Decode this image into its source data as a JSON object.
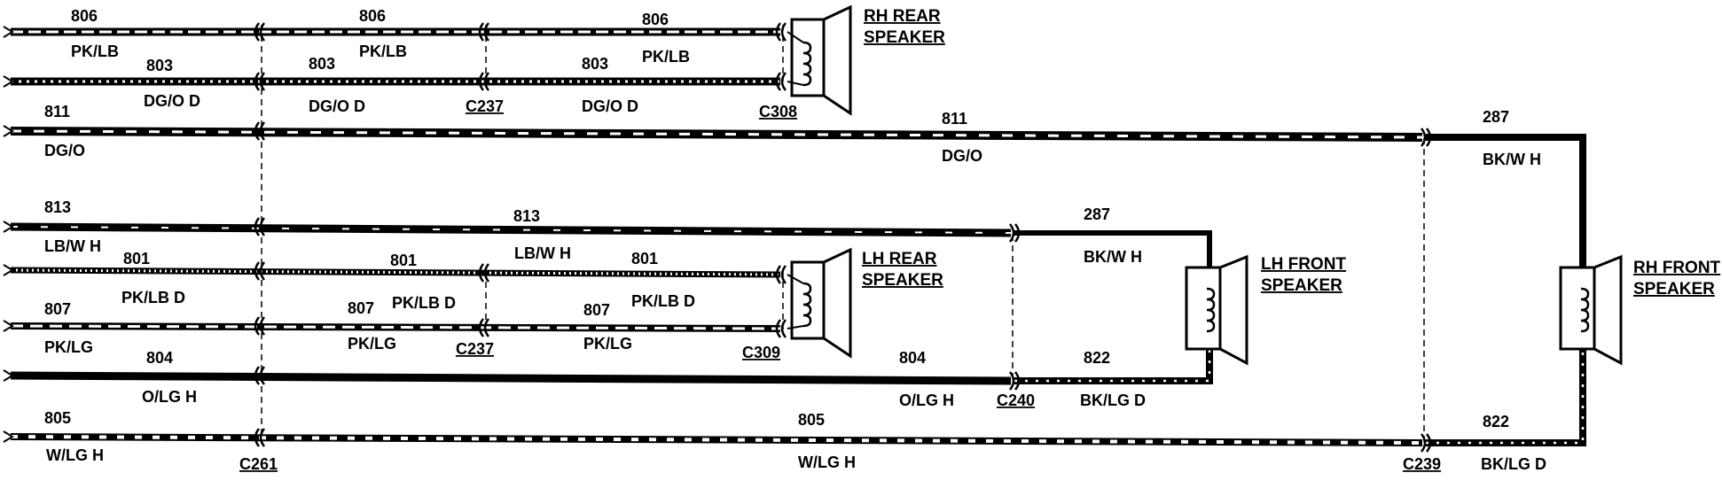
{
  "wires": {
    "w806": {
      "circuit": "806",
      "color": "PK/LB"
    },
    "w803": {
      "circuit": "803",
      "color": "DG/O D"
    },
    "w811": {
      "circuit": "811",
      "color": "DG/O"
    },
    "w287": {
      "circuit": "287",
      "color": "BK/W H"
    },
    "w813": {
      "circuit": "813",
      "color": "LB/W H"
    },
    "w801": {
      "circuit": "801",
      "color": "PK/LB D"
    },
    "w807": {
      "circuit": "807",
      "color": "PK/LG"
    },
    "w804": {
      "circuit": "804",
      "color": "O/LG H"
    },
    "w822": {
      "circuit": "822",
      "color": "BK/LG D"
    },
    "w805": {
      "circuit": "805",
      "color": "W/LG H"
    }
  },
  "connectors": {
    "c261": "C261",
    "c237": "C237",
    "c308": "C308",
    "c309": "C309",
    "c240": "C240",
    "c239": "C239"
  },
  "speakers": {
    "rh_rear": [
      "RH REAR",
      "SPEAKER"
    ],
    "lh_rear": [
      "LH REAR",
      "SPEAKER"
    ],
    "lh_front": [
      "LH FRONT",
      "SPEAKER"
    ],
    "rh_front": [
      "RH FRONT",
      "SPEAKER"
    ]
  },
  "colors": {
    "ink": "#000000",
    "paper": "#ffffff"
  }
}
